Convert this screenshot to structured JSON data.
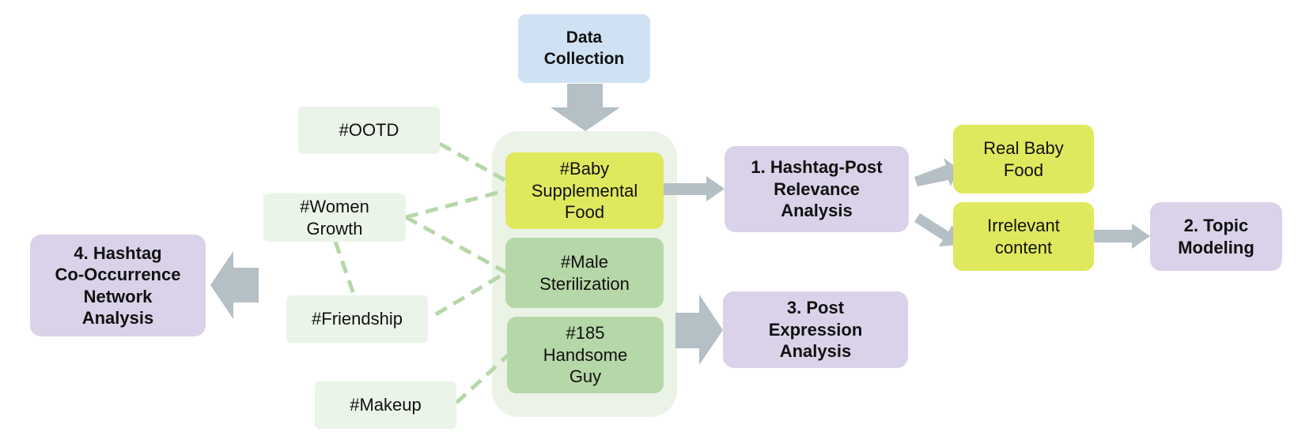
{
  "colors": {
    "data_collection": "#cfe2f3",
    "analysis": "#d9d2e9",
    "highlight": "#e0e85e",
    "hashtag_group": "#b6d7a8",
    "related_hashtag": "#ebf4e8",
    "arrow": "#b4bfc6",
    "dashed_link": "#b6d7a8"
  },
  "nodes": {
    "data_collection": "Data\nCollection",
    "baby_food": "#Baby\nSupplemental\nFood",
    "male_sterilization": "#Male\nSterilization",
    "handsome_guy": "#185\nHandsome\nGuy",
    "ootd": "#OOTD",
    "women_growth": "#Women\nGrowth",
    "friendship": "#Friendship",
    "makeup": "#Makeup",
    "relevance_analysis": "1. Hashtag-Post\nRelevance\nAnalysis",
    "real_baby_food": "Real Baby\nFood",
    "irrelevant_content": "Irrelevant\ncontent",
    "topic_modeling": "2. Topic\nModeling",
    "post_expression": "3. Post\nExpression\nAnalysis",
    "cooccurrence": "4. Hashtag\nCo-Occurrence\nNetwork\nAnalysis"
  }
}
